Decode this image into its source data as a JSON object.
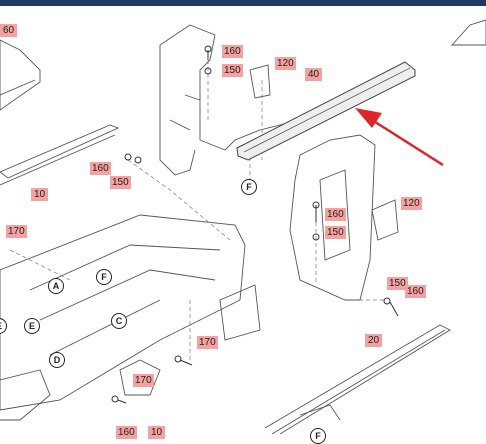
{
  "part_labels": [
    "60",
    "160",
    "150",
    "120",
    "40",
    "160",
    "150",
    "10",
    "170",
    "160",
    "150",
    "120",
    "150",
    "160",
    "20",
    "170",
    "170",
    "160",
    "10"
  ],
  "callout_letters": [
    "F",
    "A",
    "F",
    "E",
    "C",
    "D",
    "E",
    "F"
  ],
  "colors": {
    "label_bg": "#f4a1a1",
    "pointer_arrow": "#e0242a",
    "top_bar": "#1d3a63",
    "line_art": "#555555"
  }
}
